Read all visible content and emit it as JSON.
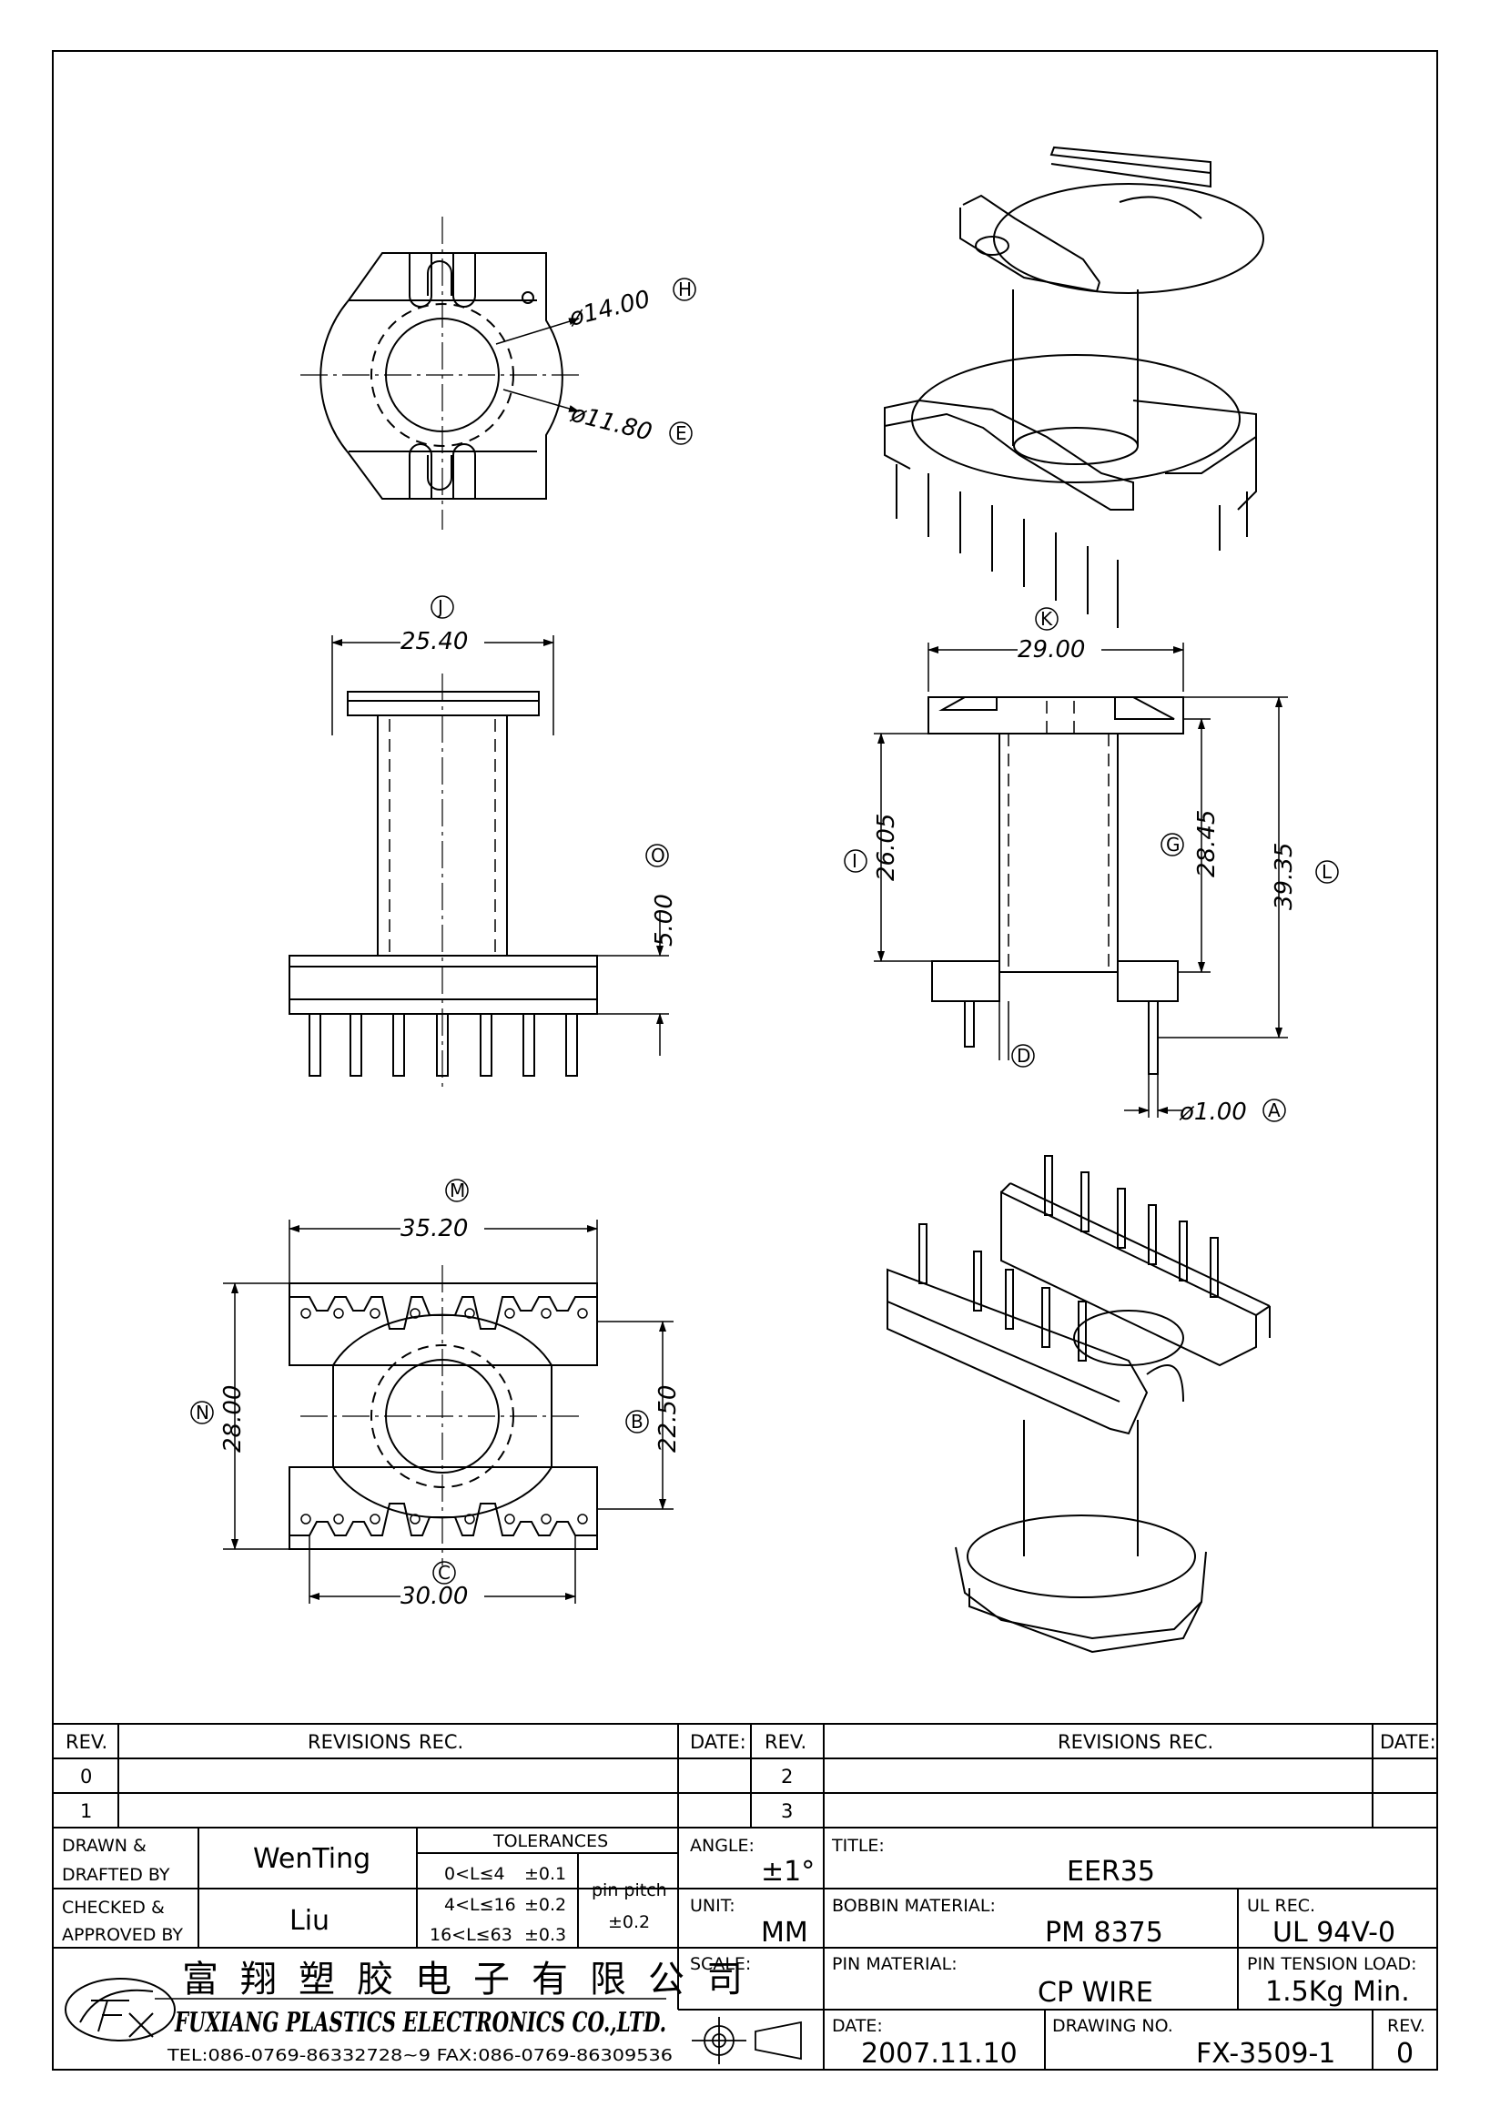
{
  "drawing": {
    "dimensions": {
      "H": {
        "value": "ø14.00",
        "letter": "H"
      },
      "E": {
        "value": "ø11.80",
        "letter": "E"
      },
      "J": {
        "value": "25.40",
        "letter": "J"
      },
      "O": {
        "value": "5.00",
        "letter": "O"
      },
      "K": {
        "value": "29.00",
        "letter": "K"
      },
      "I": {
        "value": "26.05",
        "letter": "I"
      },
      "G": {
        "value": "28.45",
        "letter": "G"
      },
      "L": {
        "value": "39.35",
        "letter": "L"
      },
      "D": {
        "letter": "D"
      },
      "A": {
        "value": "ø1.00",
        "letter": "A"
      },
      "M": {
        "value": "35.20",
        "letter": "M"
      },
      "N": {
        "value": "28.00",
        "letter": "N"
      },
      "B": {
        "value": "22.50",
        "letter": "B"
      },
      "C": {
        "value": "30.00",
        "letter": "C"
      }
    }
  },
  "title_block": {
    "rev_header": "REV.",
    "revisions_header": "REVISIONS",
    "rec_header": "REC.",
    "date_header": "DATE:",
    "rev_rows_left": [
      "0",
      "1"
    ],
    "rev_rows_right": [
      "2",
      "3"
    ],
    "drawn_label_1": "DRAWN &",
    "drawn_label_2": "DRAFTED BY",
    "drawn_by": "WenTing",
    "checked_label_1": "CHECKED &",
    "checked_label_2": "APPROVED BY",
    "checked_by": "Liu",
    "tolerances_title": "TOLERANCES",
    "tolerance_rows": [
      {
        "range": "0<L≤4",
        "tol": "±0.1"
      },
      {
        "range": "4<L≤16",
        "tol": "±0.2"
      },
      {
        "range": "16<L≤63",
        "tol": "±0.3"
      }
    ],
    "pin_pitch_label": "pin pitch",
    "pin_pitch_tol": "±0.2",
    "angle_label": "ANGLE:",
    "angle_value": "±1°",
    "unit_label": "UNIT:",
    "unit_value": "MM",
    "scale_label": "SCALE:",
    "title_label": "TITLE:",
    "title_value": "EER35",
    "bobbin_material_label": "BOBBIN MATERIAL:",
    "bobbin_material_value": "PM 8375",
    "ul_rec_label": "UL REC.",
    "ul_rec_value": "UL 94V-0",
    "pin_material_label": "PIN MATERIAL:",
    "pin_material_value": "CP WIRE",
    "pin_tension_label": "PIN TENSION LOAD:",
    "pin_tension_value": "1.5Kg Min.",
    "date_label": "DATE:",
    "date_value": "2007.11.10",
    "drawing_no_label": "DRAWING NO.",
    "drawing_no_value": "FX-3509-1",
    "rev_label": "REV.",
    "rev_value": "0",
    "company_cn": "富翔塑胶电子有限公司",
    "company_en": "FUXIANG PLASTICS ELECTRONICS CO.,LTD.",
    "company_tel": "TEL:086-0769-86332728~9  FAX:086-0769-86309536"
  }
}
